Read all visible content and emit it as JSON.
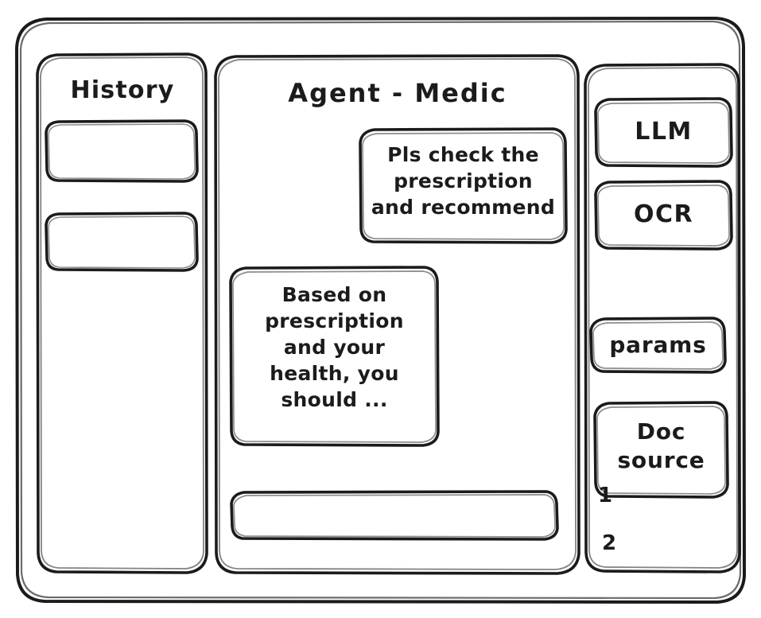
{
  "window": {
    "frame_name": "app-window"
  },
  "sidebar": {
    "title": "History",
    "items": [
      {
        "label": ""
      },
      {
        "label": ""
      }
    ]
  },
  "main": {
    "title": "Agent - Medic",
    "messages": [
      {
        "role": "user",
        "text": "Pls check the\nprescription\nand recommend"
      },
      {
        "role": "assistant",
        "text": "Based on\nprescription\nand your\nhealth, you\nshould ..."
      }
    ],
    "composer": {
      "value": "",
      "placeholder": ""
    }
  },
  "tools": {
    "items": [
      {
        "label": "LLM"
      },
      {
        "label": "OCR"
      },
      {
        "label": "params"
      },
      {
        "label": "Doc\nsource"
      }
    ],
    "sources": [
      {
        "label": "1"
      },
      {
        "label": "2"
      }
    ]
  },
  "colors": {
    "ink": "#1b1b1b",
    "paper": "#ffffff"
  }
}
